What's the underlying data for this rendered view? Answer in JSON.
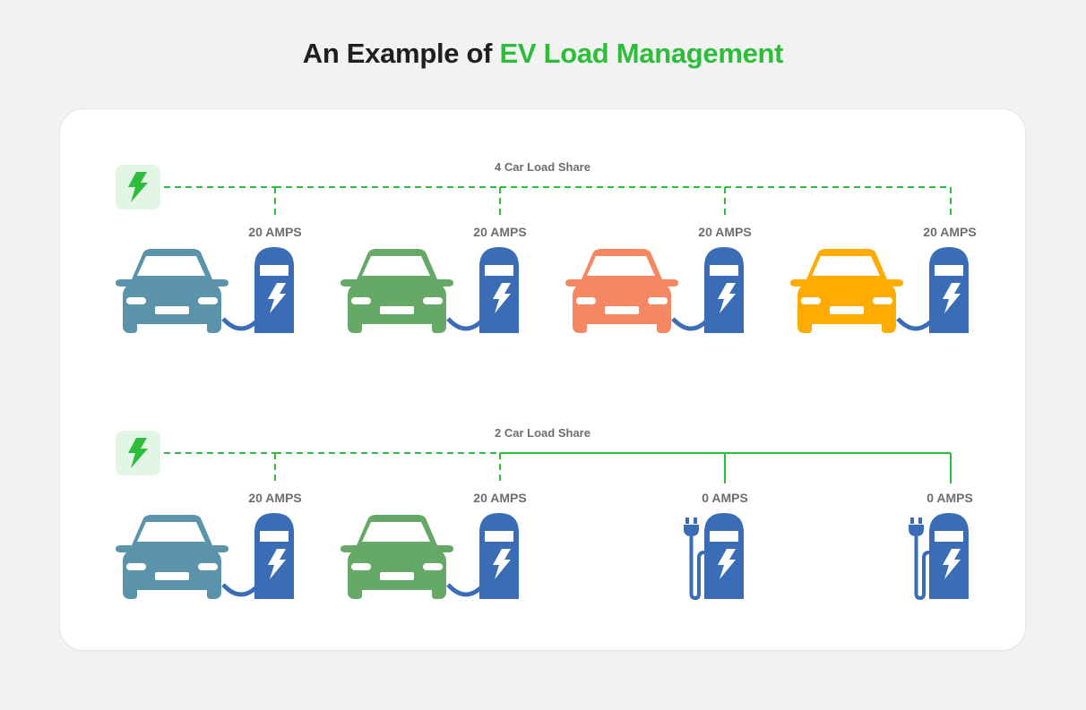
{
  "title": {
    "prefix": "An Example of ",
    "accent": "EV Load Management"
  },
  "colors": {
    "background": "#f2f2f2",
    "card": "#ffffff",
    "accent_green": "#2ebd3b",
    "power_box_bg": "#e3f5e5",
    "charger_blue": "#3a6db5",
    "label_gray": "#6e6e6e"
  },
  "scenarios": [
    {
      "label": "4 Car Load Share",
      "stations": [
        {
          "amps": "20 AMPS",
          "state": "charging",
          "car_color": "#5a93aa",
          "line": "dashed"
        },
        {
          "amps": "20 AMPS",
          "state": "charging",
          "car_color": "#66a865",
          "line": "dashed"
        },
        {
          "amps": "20 AMPS",
          "state": "charging",
          "car_color": "#f58763",
          "line": "dashed"
        },
        {
          "amps": "20 AMPS",
          "state": "charging",
          "car_color": "#ffab00",
          "line": "dashed"
        }
      ]
    },
    {
      "label": "2 Car Load Share",
      "stations": [
        {
          "amps": "20 AMPS",
          "state": "charging",
          "car_color": "#5a93aa",
          "line": "dashed"
        },
        {
          "amps": "20 AMPS",
          "state": "charging",
          "car_color": "#66a865",
          "line": "dashed"
        },
        {
          "amps": "0 AMPS",
          "state": "idle",
          "car_color": null,
          "line": "solid"
        },
        {
          "amps": "0 AMPS",
          "state": "idle",
          "car_color": null,
          "line": "solid"
        }
      ]
    }
  ],
  "icons": {
    "power_source": "lightning-bolt-icon",
    "car": "car-front-icon",
    "charger": "ev-charger-icon",
    "plug": "plug-icon"
  }
}
